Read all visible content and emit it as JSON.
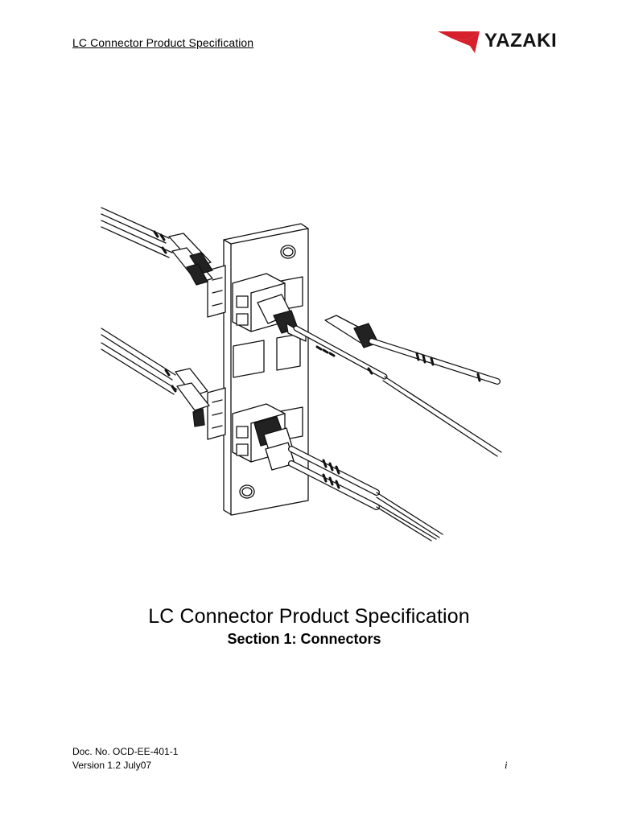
{
  "header": {
    "title": "LC Connector Product Specification",
    "logo_text": "YAZAKI"
  },
  "main": {
    "title": "LC Connector Product Specification",
    "subtitle": "Section 1: Connectors"
  },
  "footer": {
    "doc_number": "Doc. No. OCD-EE-401-1",
    "version": "Version 1.2  July07",
    "page_number": "i"
  },
  "colors": {
    "logo_red": "#d6202b",
    "text": "#000000",
    "line_art": "#111111"
  }
}
